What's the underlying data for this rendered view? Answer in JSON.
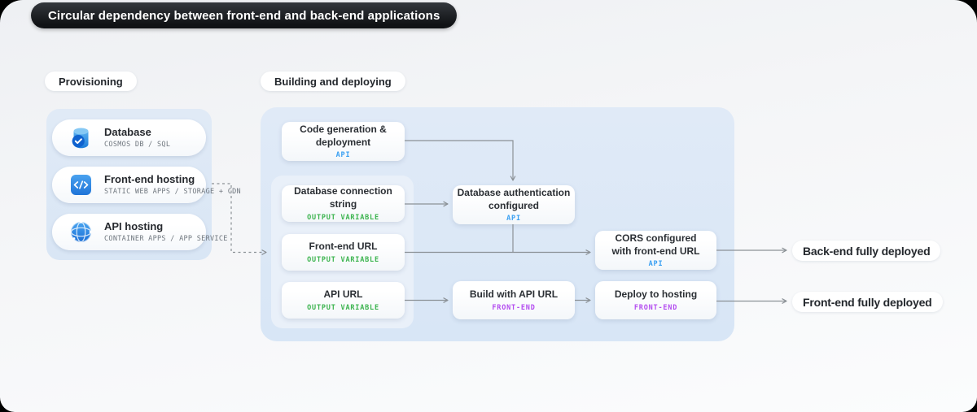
{
  "title": "Circular dependency between front-end and back-end applications",
  "sections": {
    "provisioning": {
      "label": "Provisioning",
      "items": [
        {
          "icon": "database-icon",
          "title": "Database",
          "subtitle": "COSMOS DB / SQL"
        },
        {
          "icon": "code-icon",
          "title": "Front-end hosting",
          "subtitle": "STATIC WEB APPS / STORAGE + CDN"
        },
        {
          "icon": "globe-icon",
          "title": "API hosting",
          "subtitle": "CONTAINER APPS / APP SERVICE"
        }
      ]
    },
    "building": {
      "label": "Building and deploying",
      "nodes": {
        "code_generation": {
          "title": "Code generation &\ndeployment",
          "tag": "API"
        },
        "database_connection_string": {
          "title": "Database connection string",
          "tag": "OUTPUT VARIABLE"
        },
        "frontend_url": {
          "title": "Front-end URL",
          "tag": "OUTPUT VARIABLE"
        },
        "api_url": {
          "title": "API URL",
          "tag": "OUTPUT VARIABLE"
        },
        "database_auth": {
          "title": "Database authentication\nconfigured",
          "tag": "API"
        },
        "cors": {
          "title": "CORS configured\nwith front-end URL",
          "tag": "API"
        },
        "build_with_api_url": {
          "title": "Build with API URL",
          "tag": "FRONT-END"
        },
        "deploy_to_hosting": {
          "title": "Deploy to hosting",
          "tag": "FRONT-END"
        }
      }
    },
    "results": {
      "backend": "Back-end fully deployed",
      "frontend": "Front-end fully deployed"
    }
  },
  "colors": {
    "tag_api": "#3aa0f2",
    "tag_output": "#3cb44f",
    "tag_frontend": "#b44df0",
    "arrow": "#8b9196",
    "container_blue": "#dde9f6",
    "title_pill_bg": "#15181b"
  }
}
